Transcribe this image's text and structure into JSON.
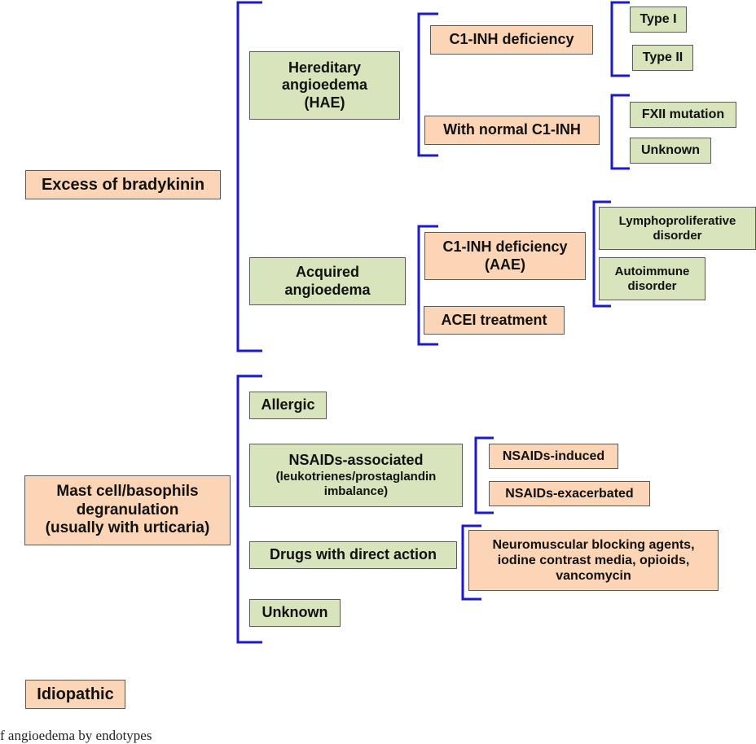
{
  "colors": {
    "bracket": "#1a1acc",
    "orange_box": "#fbd5b5",
    "green_box": "#d8e4bc"
  },
  "nodes": {
    "excess_bradykinin": "Excess of bradykinin",
    "hae": "Hereditary\nangioedema\n(HAE)",
    "acquired": "Acquired\nangioedema",
    "c1inh_def_hae": "C1-INH deficiency",
    "normal_c1inh": "With normal C1-INH",
    "type1": "Type I",
    "type2": "Type II",
    "fxii": "FXII mutation",
    "unknown_hae": "Unknown",
    "c1inh_def_aae": "C1-INH deficiency\n(AAE)",
    "acei": "ACEI treatment",
    "lympho": "Lymphoproliferative\ndisorder",
    "autoimmune": "Autoimmune\ndisorder",
    "mast_cell": "Mast cell/basophils\ndegranulation\n(usually with urticaria)",
    "allergic": "Allergic",
    "nsaids_assoc": "NSAIDs-associated",
    "nsaids_assoc_sub": "(leukotrienes/prostaglandin\nimbalance)",
    "nsaids_induced": "NSAIDs-induced",
    "nsaids_exacerbated": "NSAIDs-exacerbated",
    "drugs_direct": "Drugs with direct action",
    "drugs_list": "Neuromuscular blocking agents,\niodine contrast media, opioids,\nvancomycin",
    "unknown_mast": "Unknown",
    "idiopathic": "Idiopathic"
  },
  "caption": "f angioedema by endotypes"
}
